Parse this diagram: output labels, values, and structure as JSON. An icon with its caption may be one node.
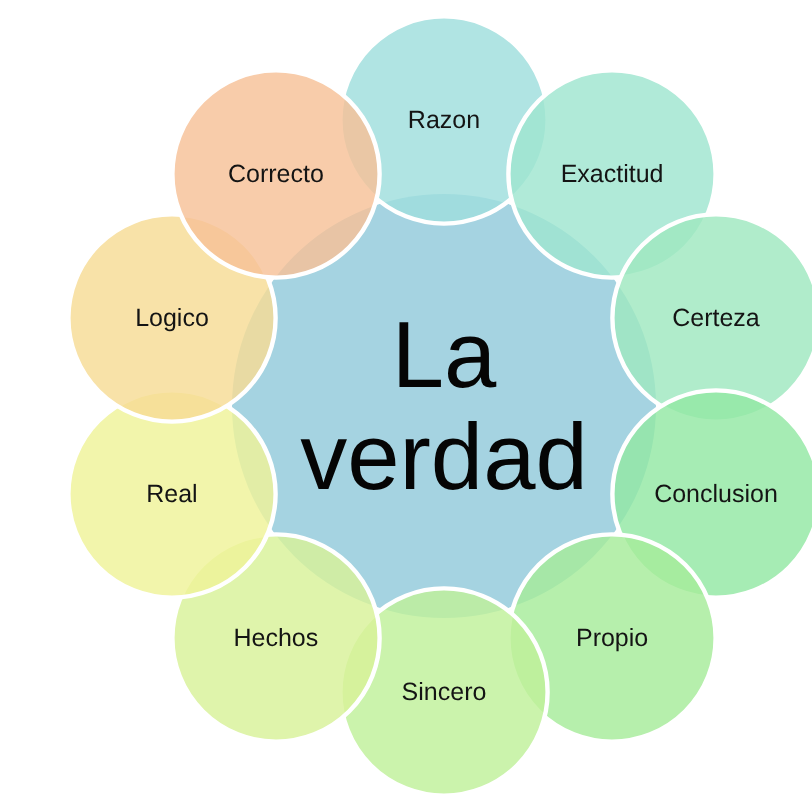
{
  "diagram": {
    "nodes": [
      {
        "text": [
          "La verdad"
        ]
      },
      {
        "text": [
          "Razon"
        ]
      },
      {
        "text": [
          "Exactitud"
        ]
      },
      {
        "text": [
          "Certeza"
        ]
      },
      {
        "text": [
          "Conclusion"
        ]
      },
      {
        "text": [
          "Propio"
        ]
      },
      {
        "text": [
          "Sincero"
        ]
      },
      {
        "text": [
          "Hechos"
        ]
      },
      {
        "text": [
          "Real"
        ]
      },
      {
        "text": [
          "Logico"
        ]
      },
      {
        "text": [
          "Correcto"
        ]
      }
    ]
  }
}
